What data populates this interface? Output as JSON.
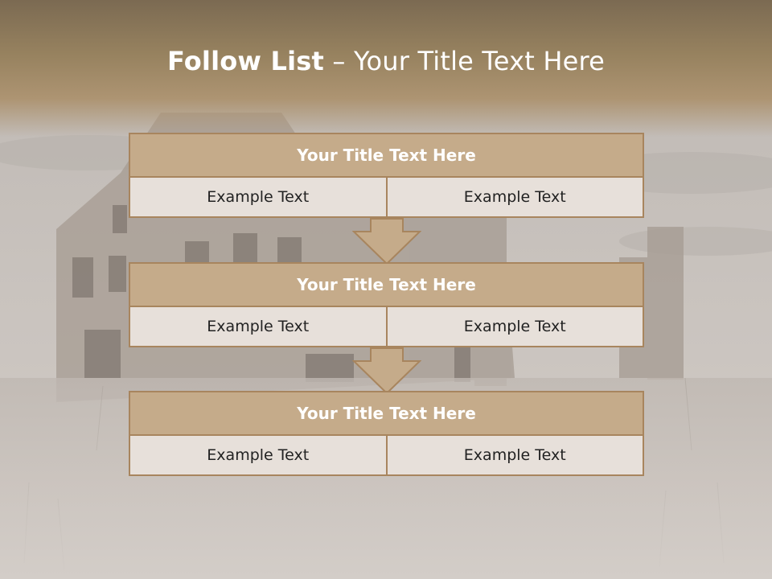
{
  "slide": {
    "title_bold": "Follow List",
    "title_dash": " – ",
    "title_rest": "Your Title Text Here"
  },
  "blocks": [
    {
      "title": "Your Title Text Here",
      "left": "Example Text",
      "right": "Example Text"
    },
    {
      "title": "Your Title Text Here",
      "left": "Example Text",
      "right": "Example Text"
    },
    {
      "title": "Your Title Text Here",
      "left": "Example Text",
      "right": "Example Text"
    }
  ],
  "colors": {
    "header": "#97825f",
    "block_title_fill": "#c5ab8a",
    "block_border": "#a8855e",
    "cell_fill": "#e7e0da"
  },
  "icons": [
    "down-arrow-icon"
  ]
}
